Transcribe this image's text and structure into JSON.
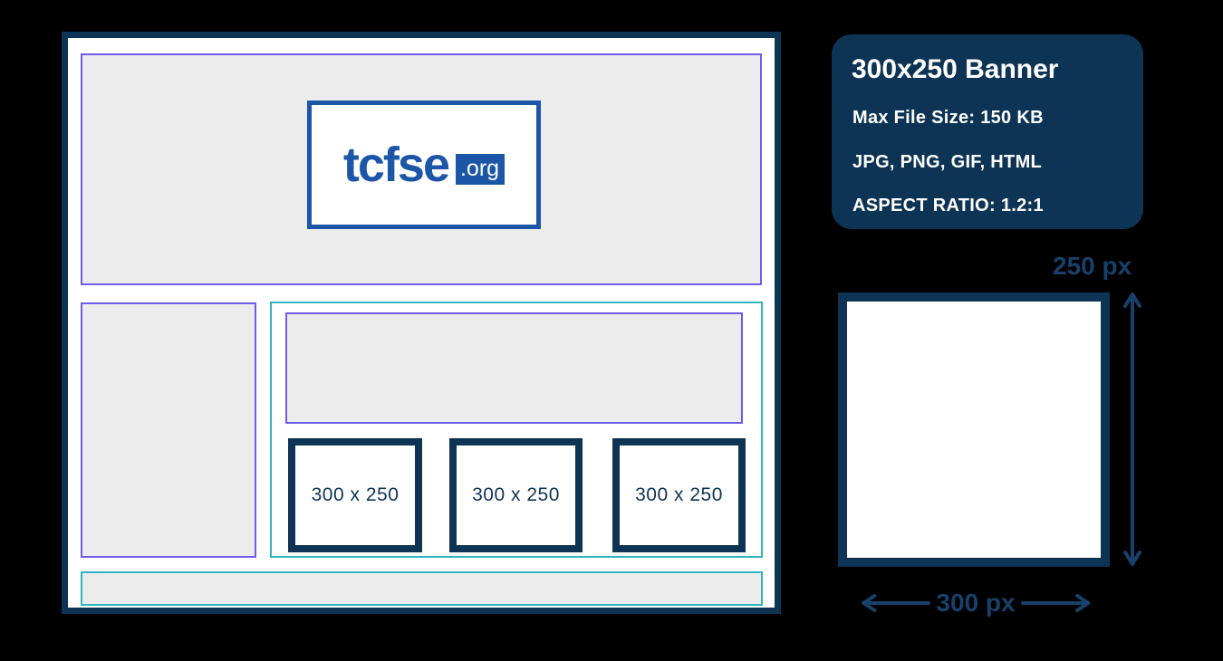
{
  "colors": {
    "background": "#000000",
    "navy": "#0E3455",
    "logo_blue": "#1C56A7",
    "purple": "#6F5CE8",
    "teal": "#2FB5BE",
    "gray_fill": "#ECECEC",
    "white": "#FFFFFF",
    "dim_label": "#17406A"
  },
  "wireframe": {
    "logo": {
      "name": "tcfse",
      "tld": ".org"
    },
    "ad_slots": [
      {
        "label": "300 x 250"
      },
      {
        "label": "300 x 250"
      },
      {
        "label": "300 x 250"
      }
    ]
  },
  "spec_panel": {
    "title": "300x250 Banner",
    "lines": [
      "Max File Size: 150 KB",
      "JPG, PNG, GIF, HTML",
      "ASPECT RATIO: 1.2:1"
    ]
  },
  "dimensions": {
    "height_label": "250 px",
    "width_label": "300 px"
  }
}
